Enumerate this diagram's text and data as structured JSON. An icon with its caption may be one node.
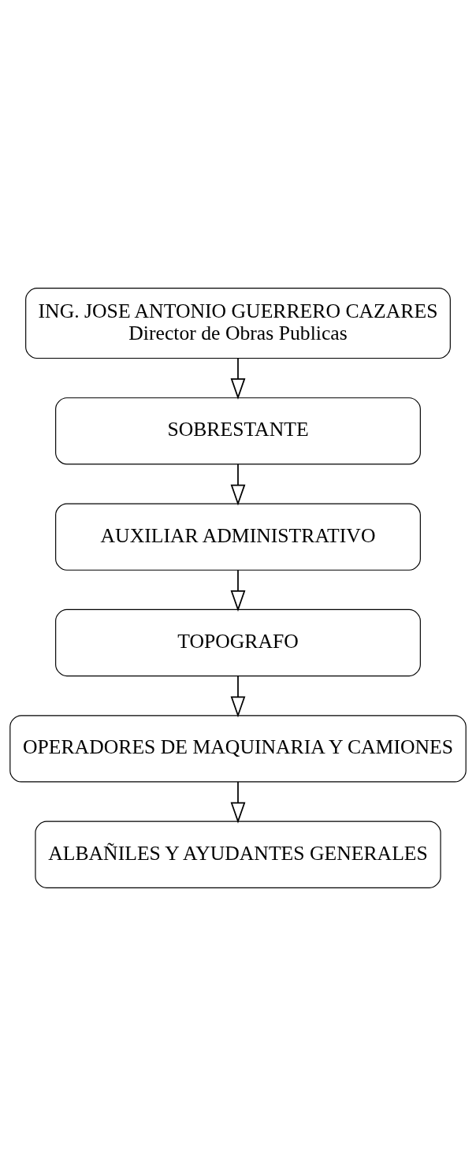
{
  "diagram": {
    "nodes": [
      {
        "text": [
          "ING. JOSE ANTONIO GUERRERO CAZARES",
          "Director de Obras Publicas"
        ]
      },
      {
        "text": [
          "SOBRESTANTE"
        ]
      },
      {
        "text": [
          "AUXILIAR ADMINISTRATIVO"
        ]
      },
      {
        "text": [
          "TOPOGRAFO"
        ]
      },
      {
        "text": [
          "OPERADORES DE MAQUINARIA Y CAMIONES"
        ]
      },
      {
        "text": [
          "ALBAÑILES Y AYUDANTES GENERALES"
        ]
      }
    ],
    "edges": [
      {
        "from": 0,
        "to": 1,
        "arrow": "to"
      },
      {
        "from": 1,
        "to": 2,
        "arrow": "to"
      },
      {
        "from": 2,
        "to": 3,
        "arrow": "to"
      },
      {
        "from": 3,
        "to": 4,
        "arrow": "to"
      },
      {
        "from": 4,
        "to": 5,
        "arrow": "to"
      }
    ]
  }
}
